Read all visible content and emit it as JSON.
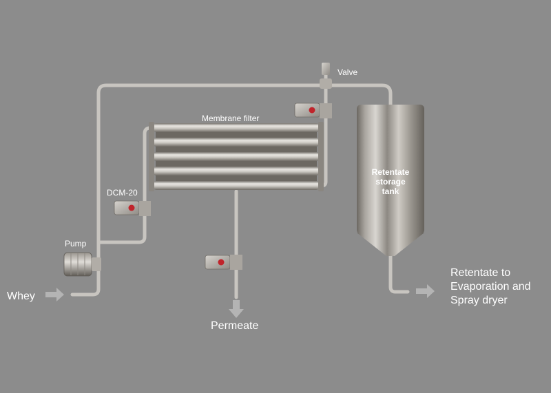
{
  "labels": {
    "valve": "Valve",
    "membrane_filter": "Membrane filter",
    "dcm": "DCM-20",
    "pump": "Pump",
    "whey": "Whey",
    "permeate": "Permeate",
    "tank": [
      "Retentate",
      "storage",
      "tank"
    ],
    "retentate_out": [
      "Retentate to",
      "Evaporation and",
      "Spray dryer"
    ]
  },
  "colors": {
    "background": "#8c8c8c",
    "pipe": "#c8c5c0",
    "steel_light": "#e4e2de",
    "steel_dark": "#77736d",
    "arrow": "#b4b4b4",
    "sensor_red": "#c0242b"
  }
}
